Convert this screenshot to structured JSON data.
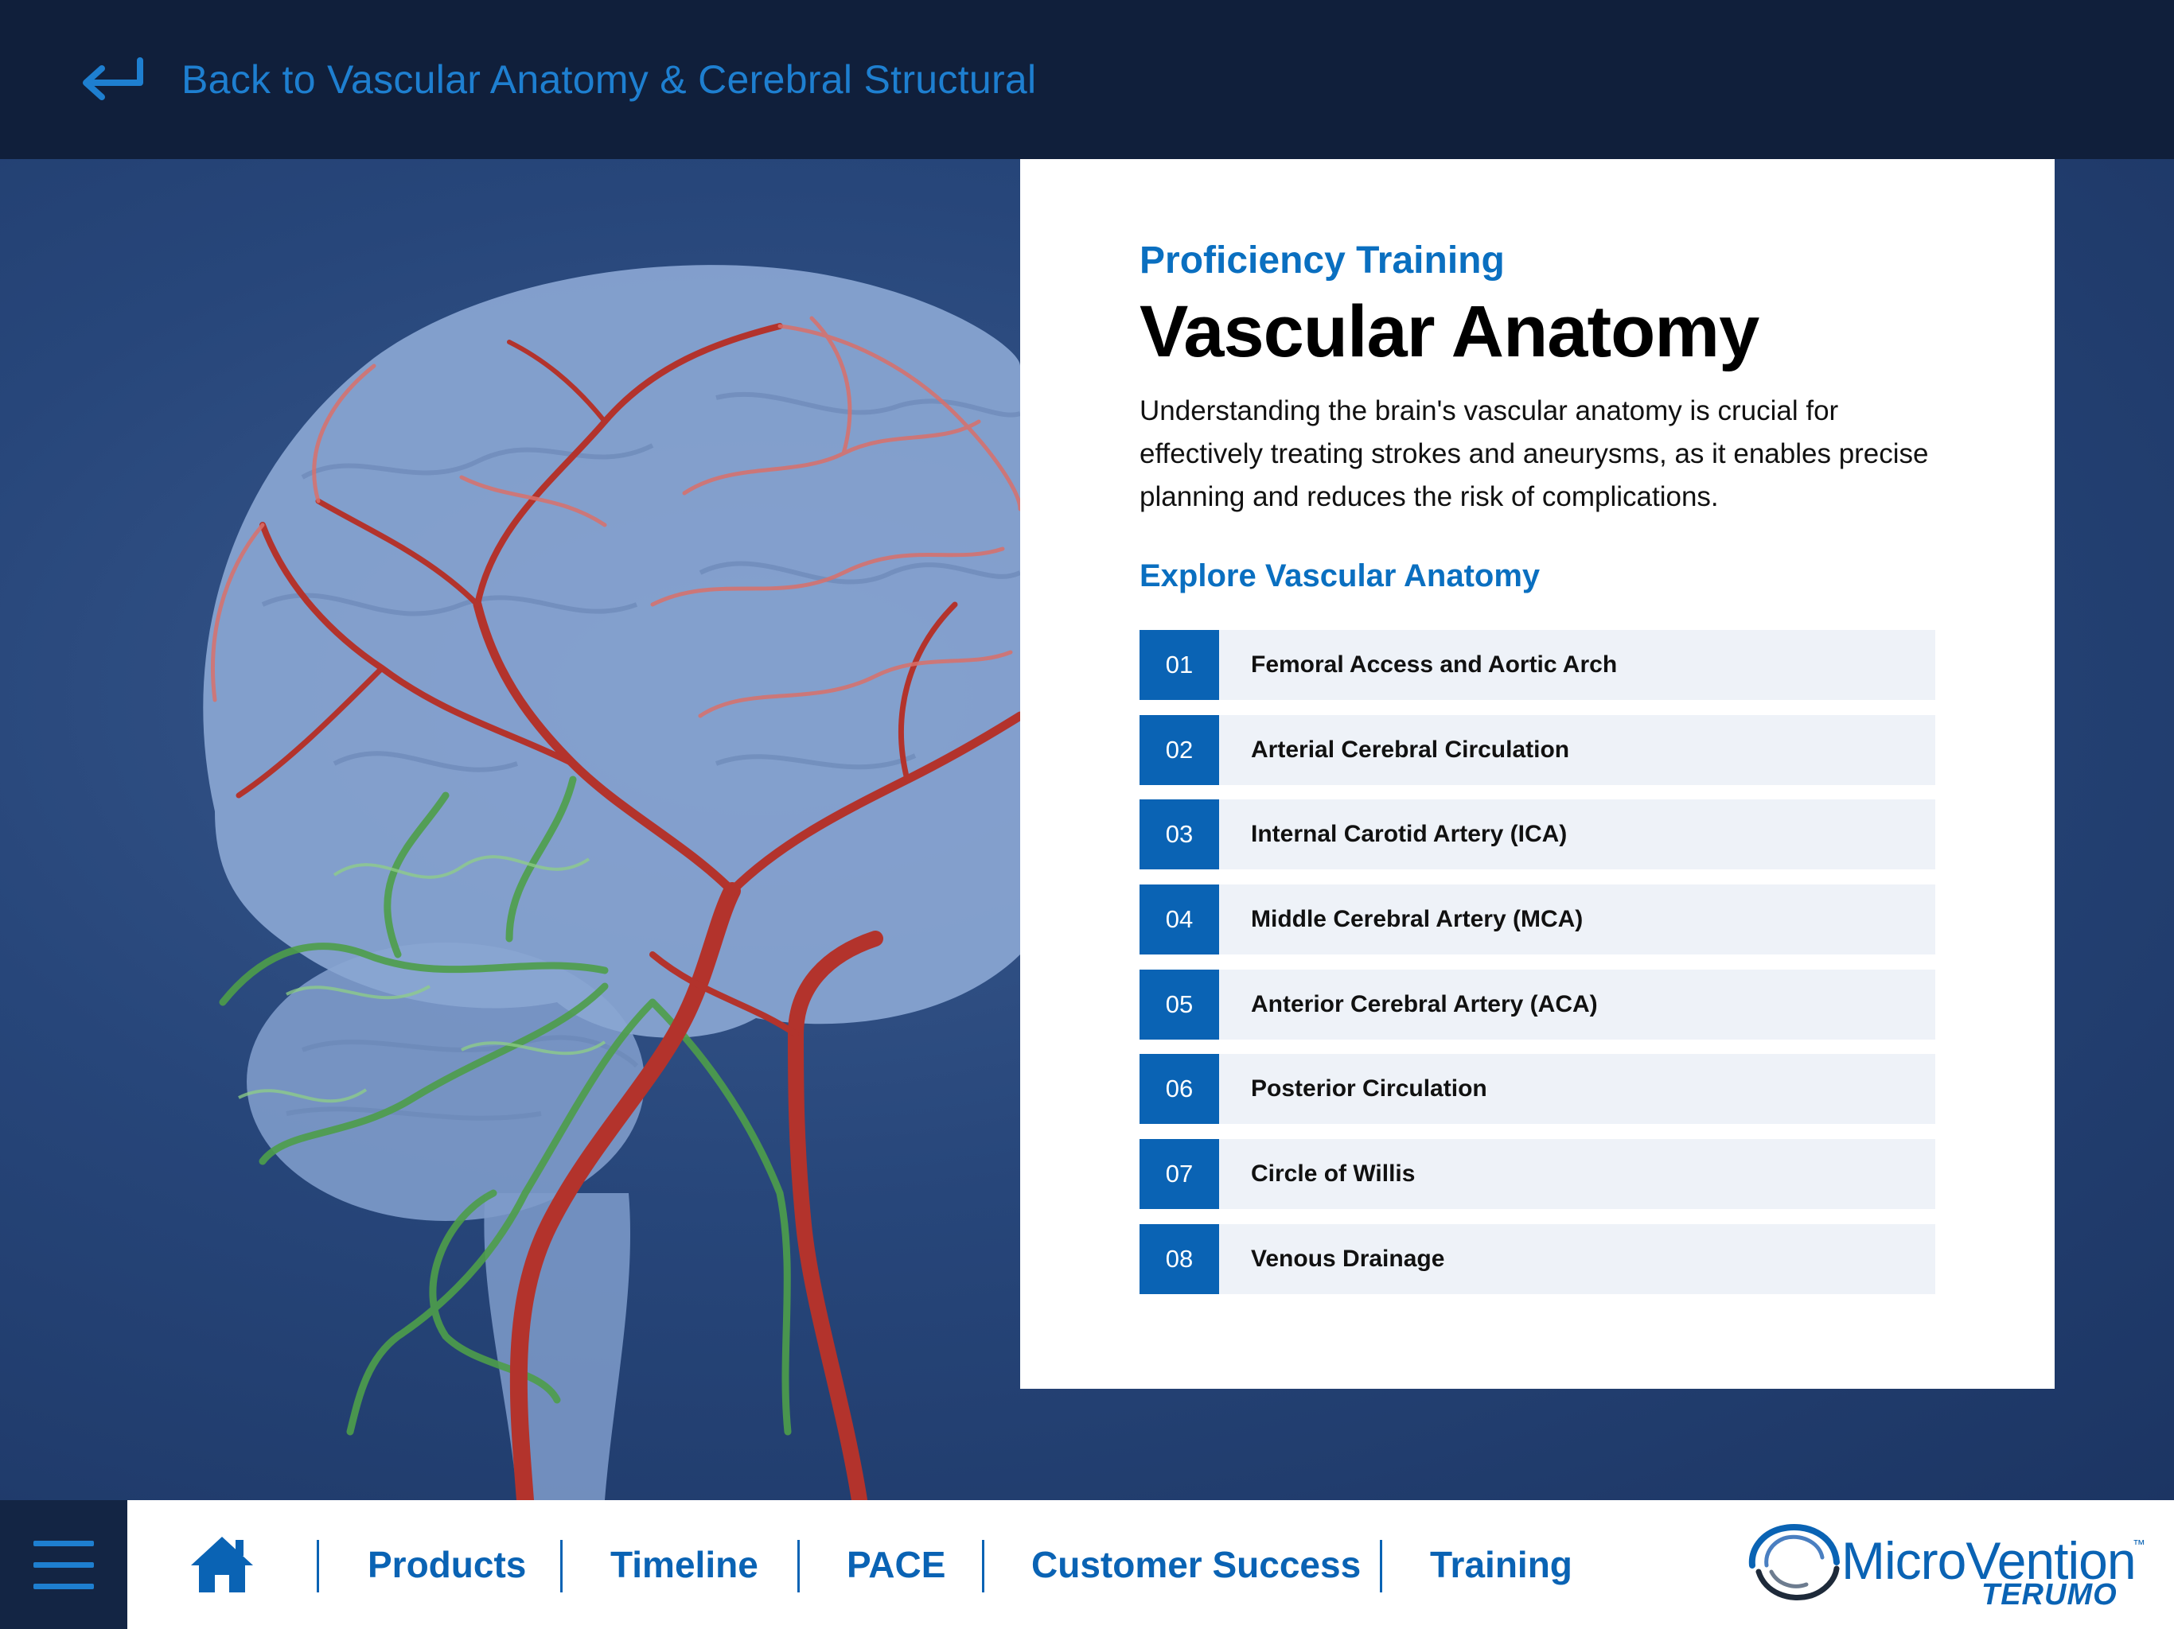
{
  "header": {
    "back_label": "Back to Vascular Anatomy & Cerebral Structural"
  },
  "card": {
    "eyebrow": "Proficiency Training",
    "title": "Vascular Anatomy",
    "description": "Understanding the brain's vascular anatomy is crucial for effectively treating strokes and aneurysms, as it enables precise planning and reduces the risk of complications.",
    "explore_heading": "Explore Vascular Anatomy",
    "items": [
      {
        "num": "01",
        "label": "Femoral Access and Aortic Arch"
      },
      {
        "num": "02",
        "label": "Arterial Cerebral Circulation"
      },
      {
        "num": "03",
        "label": "Internal Carotid Artery (ICA)"
      },
      {
        "num": "04",
        "label": "Middle Cerebral Artery (MCA)"
      },
      {
        "num": "05",
        "label": "Anterior Cerebral Artery (ACA)"
      },
      {
        "num": "06",
        "label": "Posterior Circulation"
      },
      {
        "num": "07",
        "label": "Circle of Willis"
      },
      {
        "num": "08",
        "label": "Venous Drainage"
      }
    ]
  },
  "footer": {
    "nav": [
      "Products",
      "Timeline",
      "PACE",
      "Customer Success",
      "Training"
    ],
    "logo": {
      "wordmark": "MicroVention",
      "trademark": "™",
      "sub": "TERUMO"
    }
  },
  "icons": {
    "back": "return-arrow-icon",
    "menu": "hamburger-menu-icon",
    "home": "home-icon",
    "logo": "microvention-swirl-icon"
  },
  "colors": {
    "header_bg": "#101f3b",
    "accent": "#0a63b4",
    "link": "#1e7fd0",
    "stage_bg": "#27467a",
    "item_bg": "#eef2f8"
  }
}
